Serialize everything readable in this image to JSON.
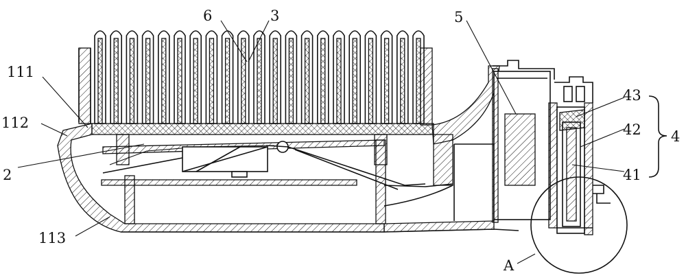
{
  "figure": {
    "labels": [
      {
        "id": "6",
        "text": "6"
      },
      {
        "id": "3",
        "text": "3"
      },
      {
        "id": "5",
        "text": "5"
      },
      {
        "id": "111",
        "text": "111"
      },
      {
        "id": "112",
        "text": "112"
      },
      {
        "id": "2",
        "text": "2"
      },
      {
        "id": "113",
        "text": "113"
      },
      {
        "id": "43",
        "text": "43"
      },
      {
        "id": "42",
        "text": "42"
      },
      {
        "id": "41",
        "text": "41"
      },
      {
        "id": "4",
        "text": "4"
      },
      {
        "id": "A",
        "text": "A"
      }
    ]
  }
}
